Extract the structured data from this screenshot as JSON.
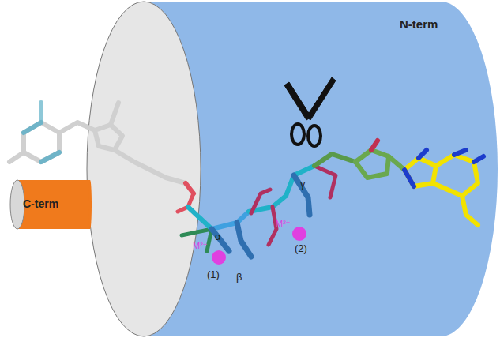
{
  "diagram": {
    "nodes": [
      {
        "text": [
          "N-term"
        ]
      },
      {
        "text": [
          "C-term"
        ]
      }
    ],
    "labels": [
      "α",
      "β",
      "γ",
      "M²⁺",
      "(1)",
      "M²⁺",
      "(2)"
    ]
  }
}
